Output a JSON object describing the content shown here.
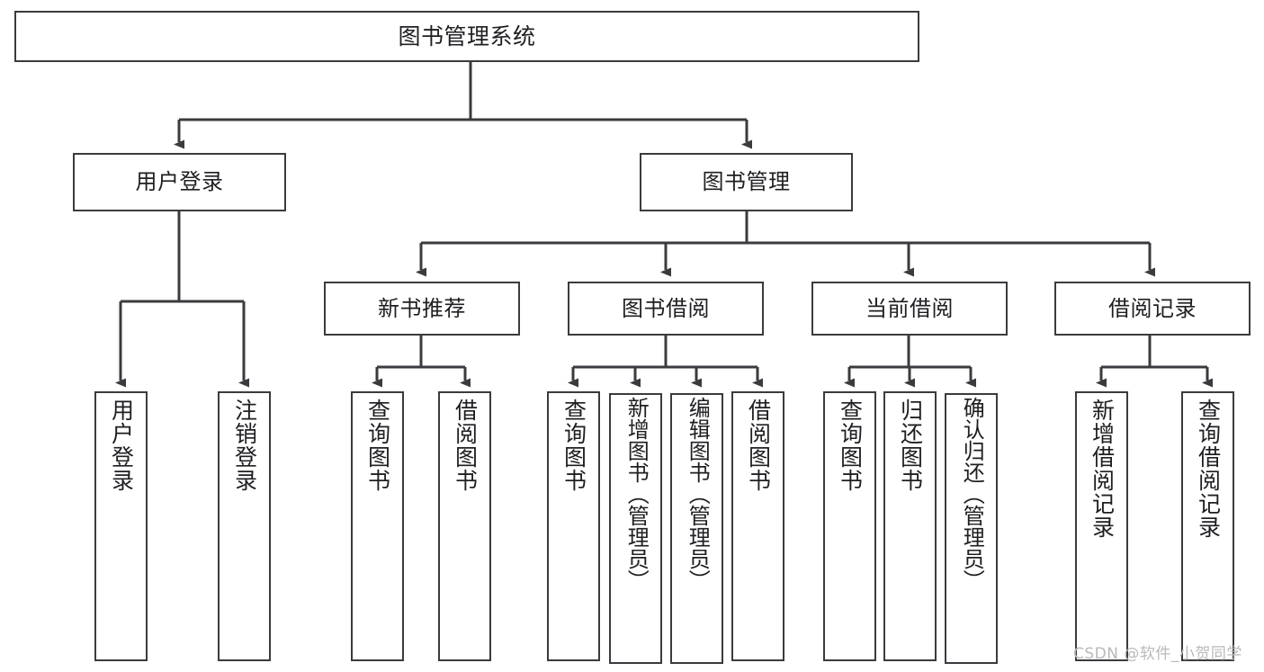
{
  "diagram": {
    "title": "图书管理系统",
    "watermark": "CSDN @软件_小贺同学",
    "line_color": "#3b3b3f",
    "text_color": "#1f1f23",
    "background_color": "#ffffff",
    "type": "tree-hierarchy",
    "root": {
      "label": "图书管理系统"
    },
    "level2": [
      {
        "label": "用户登录"
      },
      {
        "label": "图书管理"
      }
    ],
    "level3": [
      {
        "label": "新书推荐"
      },
      {
        "label": "图书借阅"
      },
      {
        "label": "当前借阅"
      },
      {
        "label": "借阅记录"
      }
    ],
    "leaves": {
      "user_login": [
        {
          "label": "用户登录"
        },
        {
          "label": "注销登录"
        }
      ],
      "new_book_recommend": [
        {
          "label": "查询图书"
        },
        {
          "label": "借阅图书"
        }
      ],
      "book_borrow": [
        {
          "label": "查询图书"
        },
        {
          "label": "新增图书（管理员）"
        },
        {
          "label": "编辑图书（管理员）"
        },
        {
          "label": "借阅图书"
        }
      ],
      "current_borrow": [
        {
          "label": "查询图书"
        },
        {
          "label": "归还图书"
        },
        {
          "label": "确认归还（管理员）"
        }
      ],
      "borrow_record": [
        {
          "label": "新增借阅记录"
        },
        {
          "label": "查询借阅记录"
        }
      ]
    }
  }
}
